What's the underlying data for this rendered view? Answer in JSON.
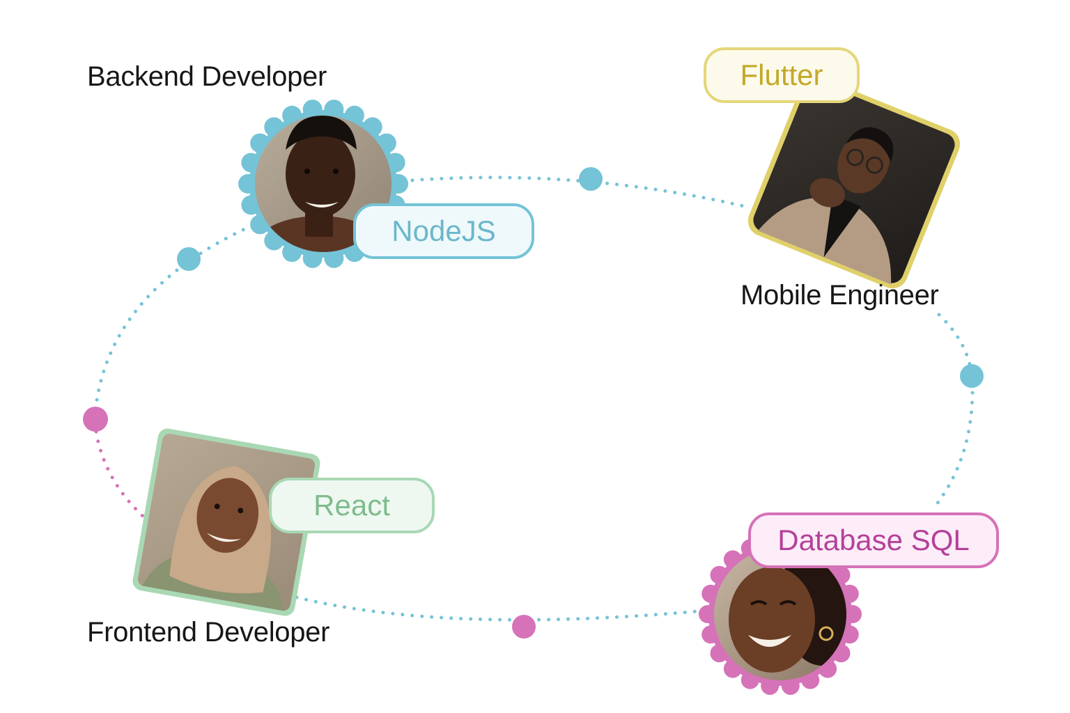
{
  "colors": {
    "blue": "#74c3d6",
    "pink": "#d572b8",
    "yellow": "#e5d67a",
    "green": "#a9d8b4",
    "blue_text": "#6bb7cc",
    "pink_text": "#b5409a",
    "yellow_text": "#c4a82a",
    "green_text": "#7fbb8c",
    "label_text": "#161616"
  },
  "people": [
    {
      "id": "backend",
      "role": "Backend Developer",
      "skill": "NodeJS",
      "frame": "scalloped-circle",
      "accent": "blue"
    },
    {
      "id": "mobile",
      "role": "Mobile Engineer",
      "skill": "Flutter",
      "frame": "tilted-square",
      "accent": "yellow"
    },
    {
      "id": "frontend",
      "role": "Frontend Developer",
      "skill": "React",
      "frame": "tilted-square",
      "accent": "green"
    },
    {
      "id": "database",
      "role": "",
      "skill": "Database SQL",
      "frame": "scalloped-circle",
      "accent": "pink"
    }
  ]
}
